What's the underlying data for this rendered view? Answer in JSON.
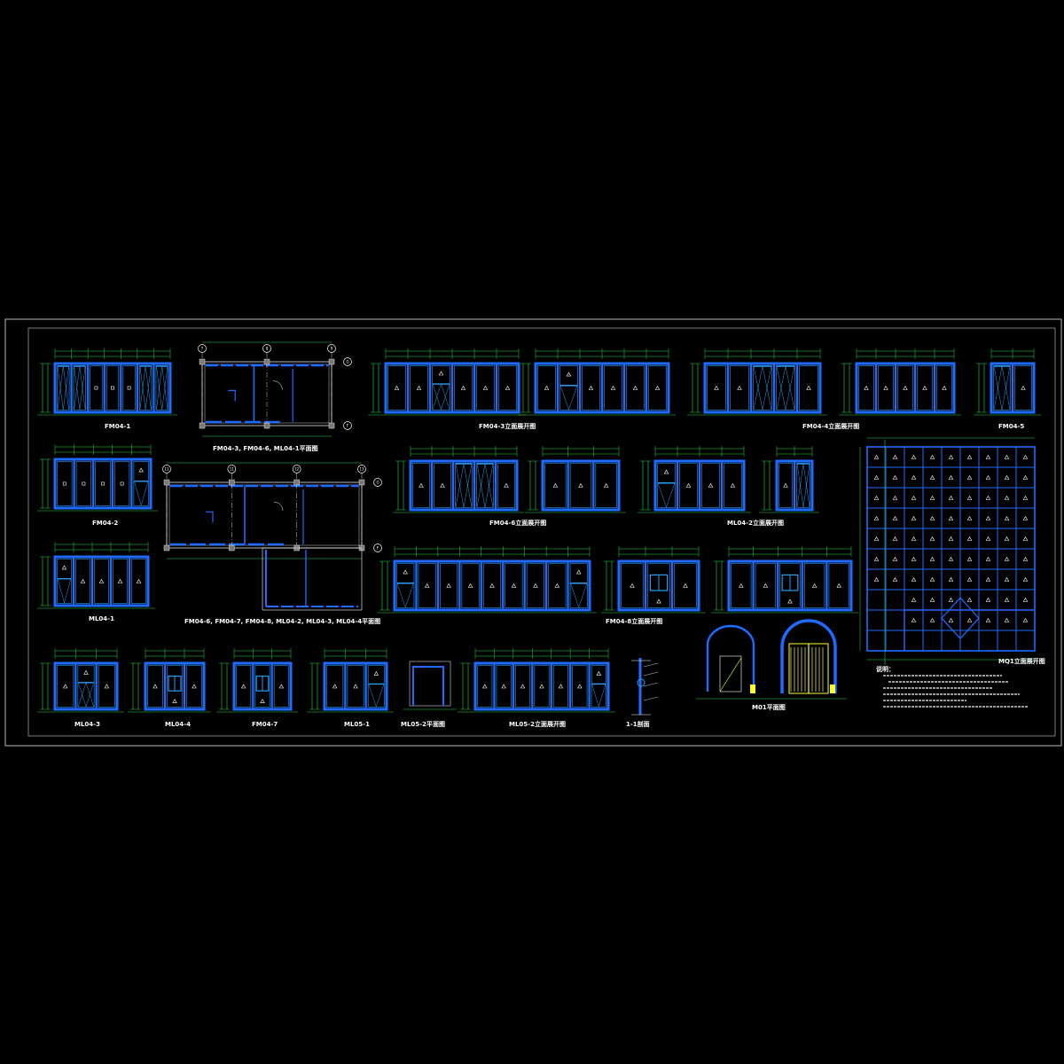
{
  "colors": {
    "background": "#000000",
    "frame": "#9a9a9a",
    "window_outer": "#1f6bff",
    "window_inner": "#2a9df4",
    "dimension": "#22d64a",
    "plan_line": "#ffffff",
    "text": "#ffffff",
    "highlight": "#ffff33"
  },
  "labels": {
    "fm04_1": "FM04-1",
    "plan_top": "FM04-3, FM04-6, ML04-1平面图",
    "fm04_3_elev": "FM04-3立面展开图",
    "fm04_4_elev": "FM04-4立面展开图",
    "fm04_5": "FM04-5",
    "fm04_2": "FM04-2",
    "fm04_6_elev": "FM04-6立面展开图",
    "ml04_2_elev": "ML04-2立面展开图",
    "ml04_1": "ML04-1",
    "plan_bottom": "FM04-6, FM04-7, FM04-8, ML04-2, ML04-3, ML04-4平面图",
    "fm04_8_elev": "FM04-8立面展开图",
    "mq1_elev": "MQ1立面展开图",
    "ml04_3": "ML04-3",
    "ml04_4": "ML04-4",
    "fm04_7": "FM04-7",
    "ml05_1": "ML05-1",
    "ml05_2_plan": "ML05-2平面图",
    "ml05_2_elev": "ML05-2立面展开图",
    "section_1_1": "1-1剖面",
    "m01_plan": "M01平面图",
    "notes_title": "说明："
  },
  "axes": {
    "top_plan": [
      "7",
      "8",
      "9"
    ],
    "top_plan_rows": [
      "G",
      "F"
    ],
    "bottom_plan": [
      "11",
      "11",
      "12",
      "13"
    ],
    "bottom_plan_rows": [
      "G",
      "F"
    ]
  },
  "icons": {
    "triangle_marker": "triangle-marker-icon",
    "square_marker": "square-marker-icon",
    "axis_bubble": "axis-bubble-icon"
  }
}
